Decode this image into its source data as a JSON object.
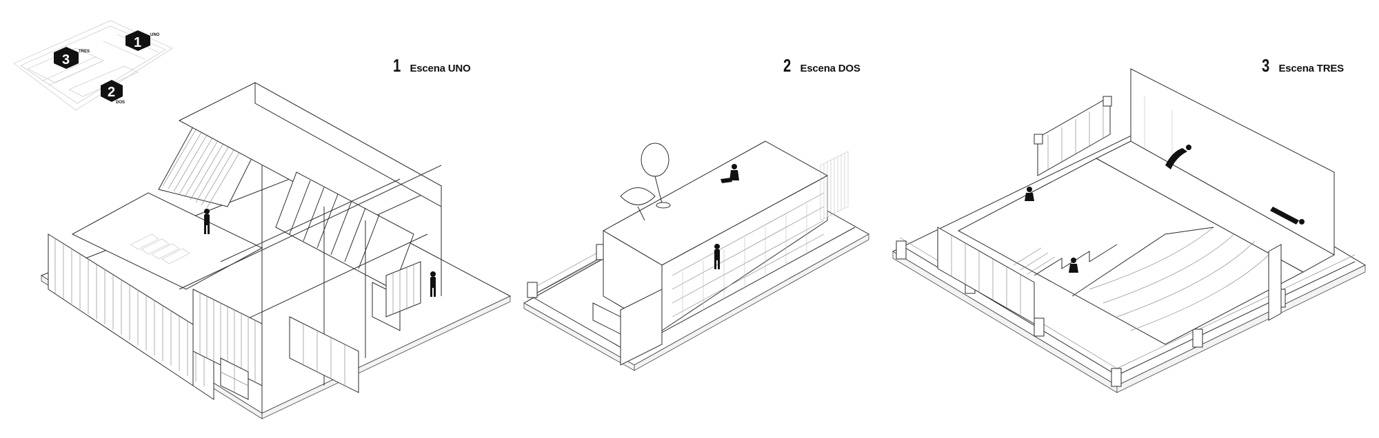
{
  "keymap": {
    "markers": [
      {
        "num": "1",
        "label": "UNO"
      },
      {
        "num": "2",
        "label": "DOS"
      },
      {
        "num": "3",
        "label": "TRES"
      }
    ]
  },
  "scenes": [
    {
      "num": "1",
      "title": "Escena UNO"
    },
    {
      "num": "2",
      "title": "Escena DOS"
    },
    {
      "num": "3",
      "title": "Escena TRES"
    }
  ]
}
